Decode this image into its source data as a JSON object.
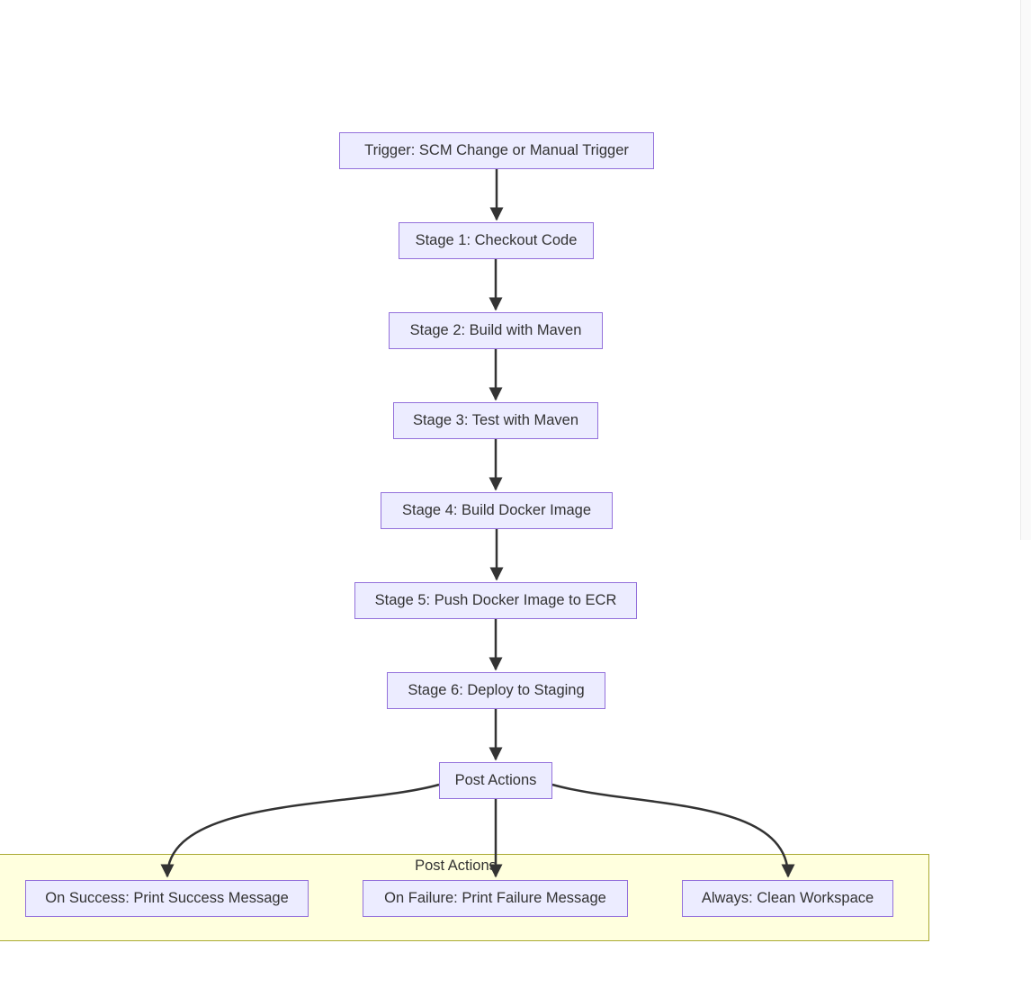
{
  "diagram": {
    "type": "flowchart",
    "direction": "top-down",
    "nodes": [
      {
        "id": "trigger",
        "label": "Trigger: SCM Change or Manual Trigger"
      },
      {
        "id": "stage1",
        "label": "Stage 1: Checkout Code"
      },
      {
        "id": "stage2",
        "label": "Stage 2: Build with Maven"
      },
      {
        "id": "stage3",
        "label": "Stage 3: Test with Maven"
      },
      {
        "id": "stage4",
        "label": "Stage 4: Build Docker Image"
      },
      {
        "id": "stage5",
        "label": "Stage 5: Push Docker Image to ECR"
      },
      {
        "id": "stage6",
        "label": "Stage 6: Deploy to Staging"
      },
      {
        "id": "post_actions",
        "label": "Post Actions"
      },
      {
        "id": "on_success",
        "label": "On Success: Print Success Message"
      },
      {
        "id": "on_failure",
        "label": "On Failure: Print Failure Message"
      },
      {
        "id": "always",
        "label": "Always: Clean Workspace"
      }
    ],
    "cluster": {
      "label": "Post Actions",
      "children": [
        "on_success",
        "on_failure",
        "always"
      ]
    },
    "edges": [
      {
        "from": "trigger",
        "to": "stage1"
      },
      {
        "from": "stage1",
        "to": "stage2"
      },
      {
        "from": "stage2",
        "to": "stage3"
      },
      {
        "from": "stage3",
        "to": "stage4"
      },
      {
        "from": "stage4",
        "to": "stage5"
      },
      {
        "from": "stage5",
        "to": "stage6"
      },
      {
        "from": "stage6",
        "to": "post_actions"
      },
      {
        "from": "post_actions",
        "to": "on_success"
      },
      {
        "from": "post_actions",
        "to": "on_failure"
      },
      {
        "from": "post_actions",
        "to": "always"
      }
    ],
    "colors": {
      "node_fill": "#ECECFF",
      "node_border": "#9370DB",
      "cluster_fill": "#FFFFDE",
      "cluster_border": "#AAAA33",
      "edge": "#333333",
      "text": "#333333",
      "background": "#FFFFFF"
    }
  }
}
